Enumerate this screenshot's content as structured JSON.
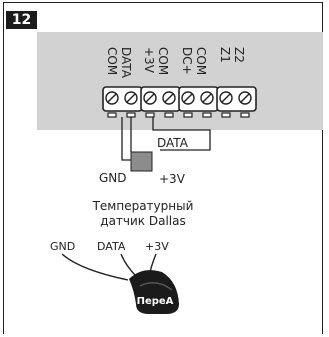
{
  "figure": {
    "step_number": "12",
    "terminal_labels": [
      "COM",
      "DATA",
      "+3V",
      "COM",
      "DC+",
      "COM",
      "Z1",
      "Z2"
    ],
    "sensor": {
      "data_label": "DATA",
      "gnd_label": "GND",
      "v3_label": "+3V",
      "caption_line1": "Температурный",
      "caption_line2": "датчик Dallas"
    },
    "probe": {
      "gnd_label": "GND",
      "data_label": "DATA",
      "v3_label": "+3V",
      "brand": "ПереА"
    }
  },
  "colors": {
    "board": "#d2d2d2",
    "sensor": "#8c8c8c",
    "probe": "#1b1b1b",
    "line": "#222222"
  }
}
